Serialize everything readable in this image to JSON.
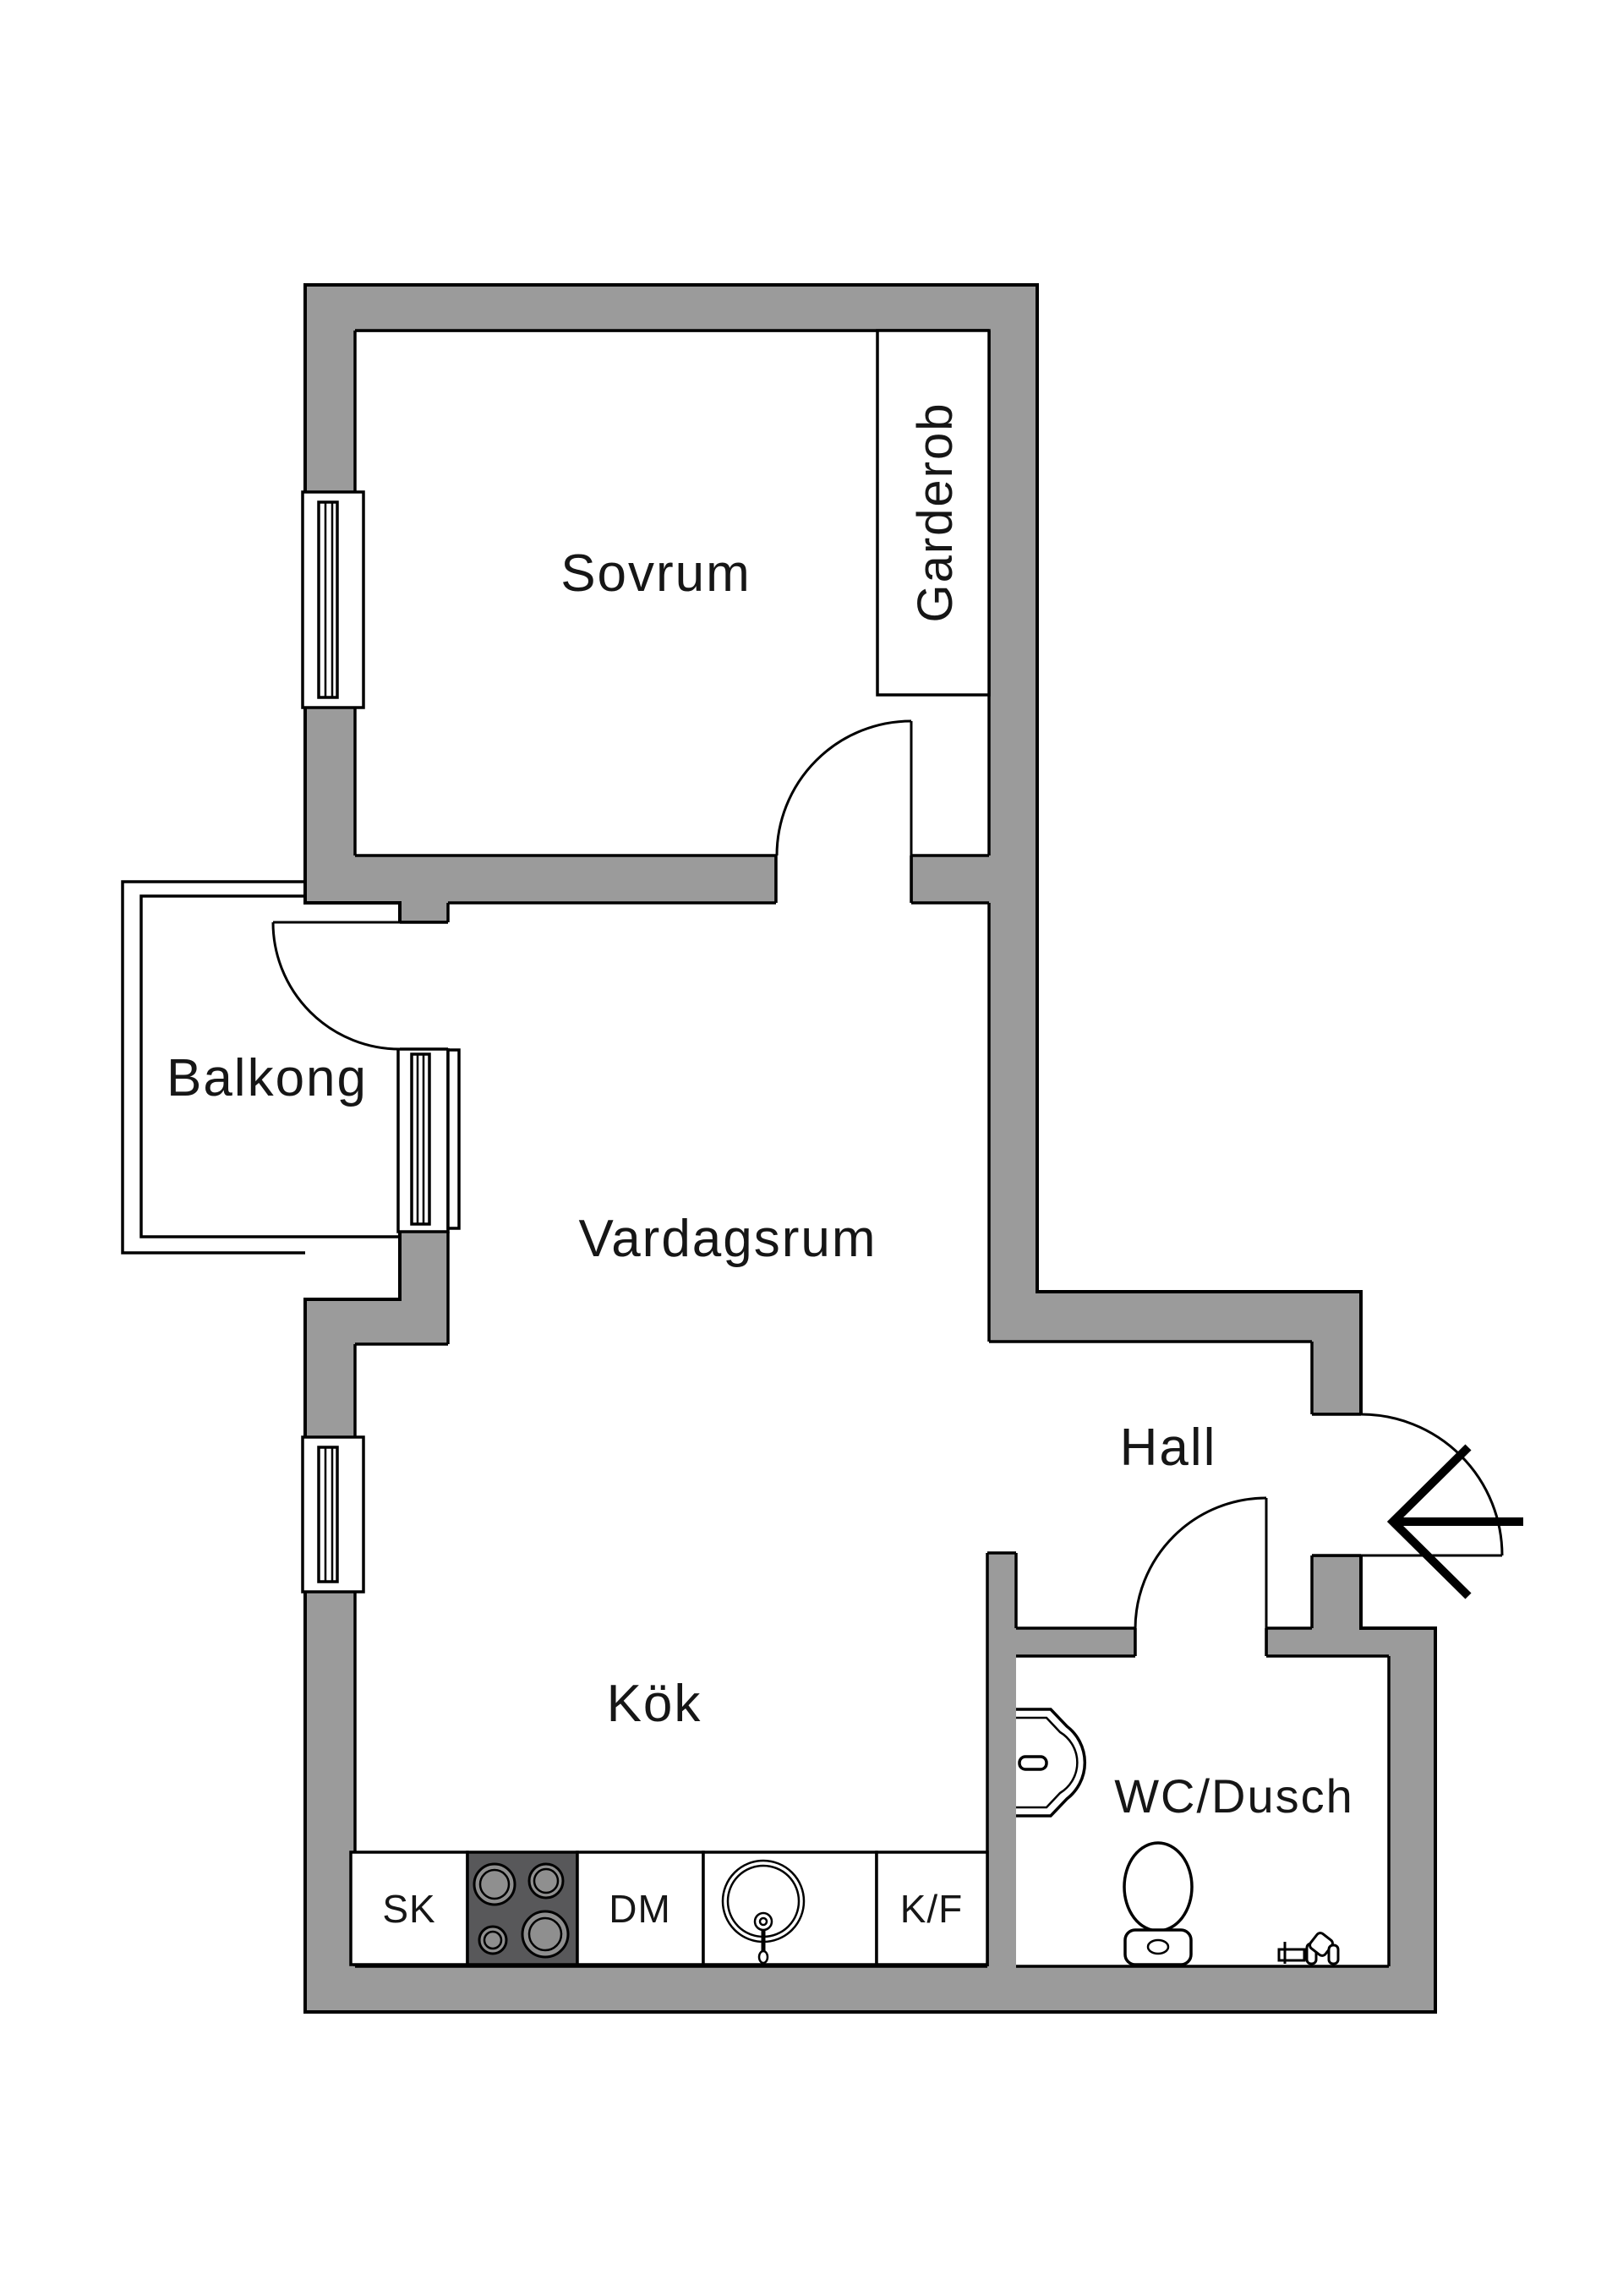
{
  "title": "Apartment floor plan",
  "colors": {
    "wall": "#9B9B9B",
    "line": "#000000",
    "text": "#161616",
    "stove": "#58585A",
    "burner": "#8F8F8F",
    "background": "#FFFFFF"
  },
  "rooms": {
    "sovrum": {
      "label": "Sovrum"
    },
    "garderob": {
      "label": "Garderob"
    },
    "balkong": {
      "label": "Balkong"
    },
    "vardagsrum": {
      "label": "Vardagsrum"
    },
    "hall": {
      "label": "Hall"
    },
    "kok": {
      "label": "Kök"
    },
    "wc": {
      "label": "WC/Dusch"
    }
  },
  "kitchen_units": {
    "sk": {
      "label": "SK"
    },
    "dm": {
      "label": "DM"
    },
    "kf": {
      "label": "K/F"
    }
  }
}
